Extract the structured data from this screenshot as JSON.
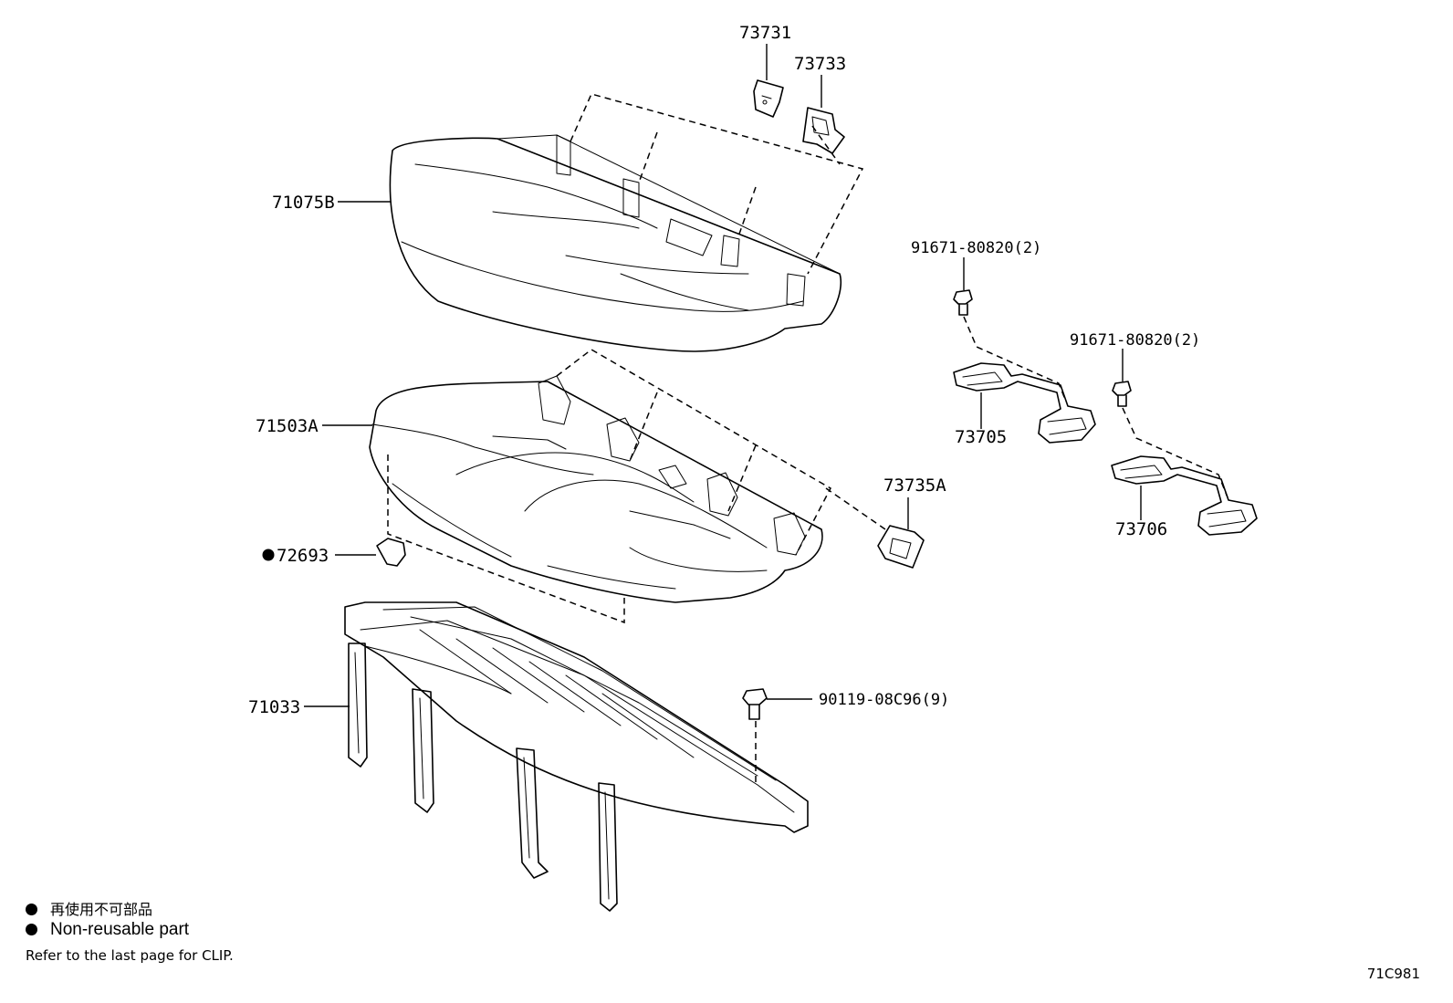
{
  "diagram": {
    "parts": {
      "p73731": "73731",
      "p73733": "73733",
      "p71075b": "71075B",
      "p91671a": "91671-80820(2)",
      "p91671b": "91671-80820(2)",
      "p73705": "73705",
      "p71503a": "71503A",
      "p73735a": "73735A",
      "p73706": "73706",
      "p72693": "72693",
      "p71033": "71033",
      "p90119": "90119-08C96(9)"
    }
  },
  "legend": {
    "non_reusable_jp": "再使用不可部品",
    "non_reusable_en": "Non-reusable part",
    "refer_note": "Refer to the last page for CLIP."
  },
  "figure_code": "71C981"
}
